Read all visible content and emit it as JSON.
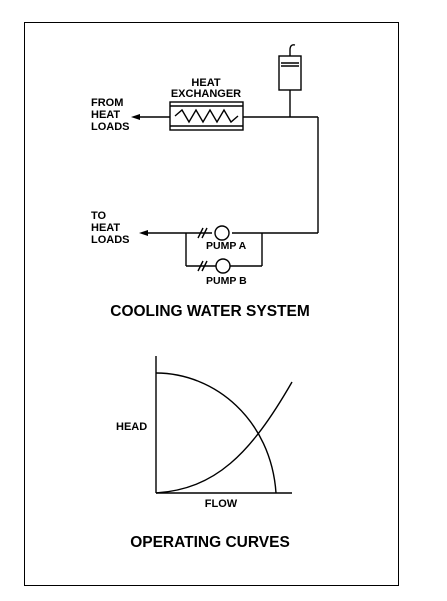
{
  "system_title": "COOLING WATER SYSTEM",
  "curves_title": "OPERATING CURVES",
  "labels": {
    "heat_exchanger_line1": "HEAT",
    "heat_exchanger_line2": "EXCHANGER",
    "from_line1": "FROM",
    "from_line2": "HEAT",
    "from_line3": "LOADS",
    "to_line1": "TO",
    "to_line2": "HEAT",
    "to_line3": "LOADS",
    "pump_a": "PUMP A",
    "pump_b": "PUMP B"
  },
  "axes": {
    "x_label": "FLOW",
    "y_label": "HEAD"
  },
  "colors": {
    "line": "#000000",
    "background": "#ffffff"
  }
}
